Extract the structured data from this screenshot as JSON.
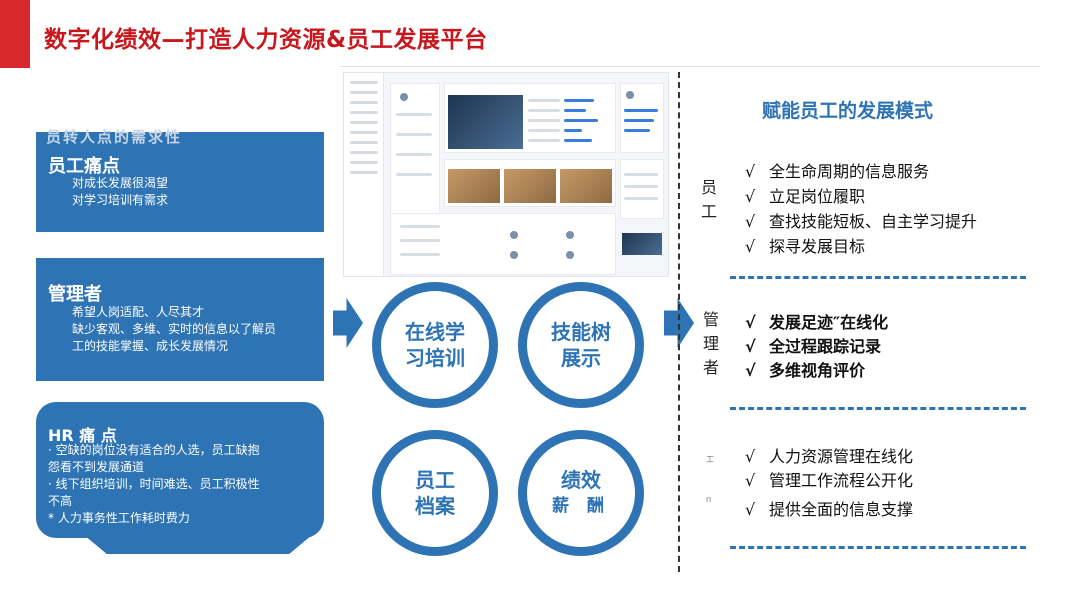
{
  "title": "数字化绩效—打造人力资源&员工发展平台",
  "left": {
    "employee": {
      "heading": "员工痛点",
      "ghost": "员转人点的需求性",
      "lines": [
        "对成长发展很渴望",
        "对学习培训有需求"
      ]
    },
    "manager": {
      "heading": "管理者",
      "lines": [
        "希望人岗适配、人尽其才",
        "缺少客观、多维、实时的信息以了解员",
        "工的技能掌握、成长发展情况"
      ]
    },
    "hr": {
      "heading": "HR 痛 点",
      "lines": [
        "·   空缺的岗位没有适合的人选，员工缺抱",
        "    怨看不到发展通道",
        "·   线下组织培训，时间难选、员工积极性",
        "    不高",
        "*   人力事务性工作耗时费力"
      ]
    }
  },
  "circles": [
    {
      "line1": "在线学",
      "line2": "习培训"
    },
    {
      "line1": "技能树",
      "line2": "展示"
    },
    {
      "line1": "员工",
      "line2": "档案"
    },
    {
      "line1": "绩效",
      "line2": "薪 酬"
    }
  ],
  "right": {
    "heading": "赋能员工的发展模式",
    "check": "√",
    "employee": {
      "role": [
        "员",
        "工"
      ],
      "items": [
        "全生命周期的信息服务",
        "立足岗位履职",
        "查找技能短板、自主学习提升",
        "探寻发展目标"
      ]
    },
    "manager": {
      "role": [
        "管",
        "理",
        "者"
      ],
      "items": [
        "发展足迹″在线化",
        "全过程跟踪记录",
        "多维视角评价"
      ]
    },
    "hr": {
      "role": [
        "工",
        "п"
      ],
      "items": [
        "人力资源管理在线化",
        "管理工作流程公开化",
        "提供全面的信息支撑"
      ]
    }
  },
  "colors": {
    "title": "#c8161d",
    "accent": "#2e74b5"
  }
}
